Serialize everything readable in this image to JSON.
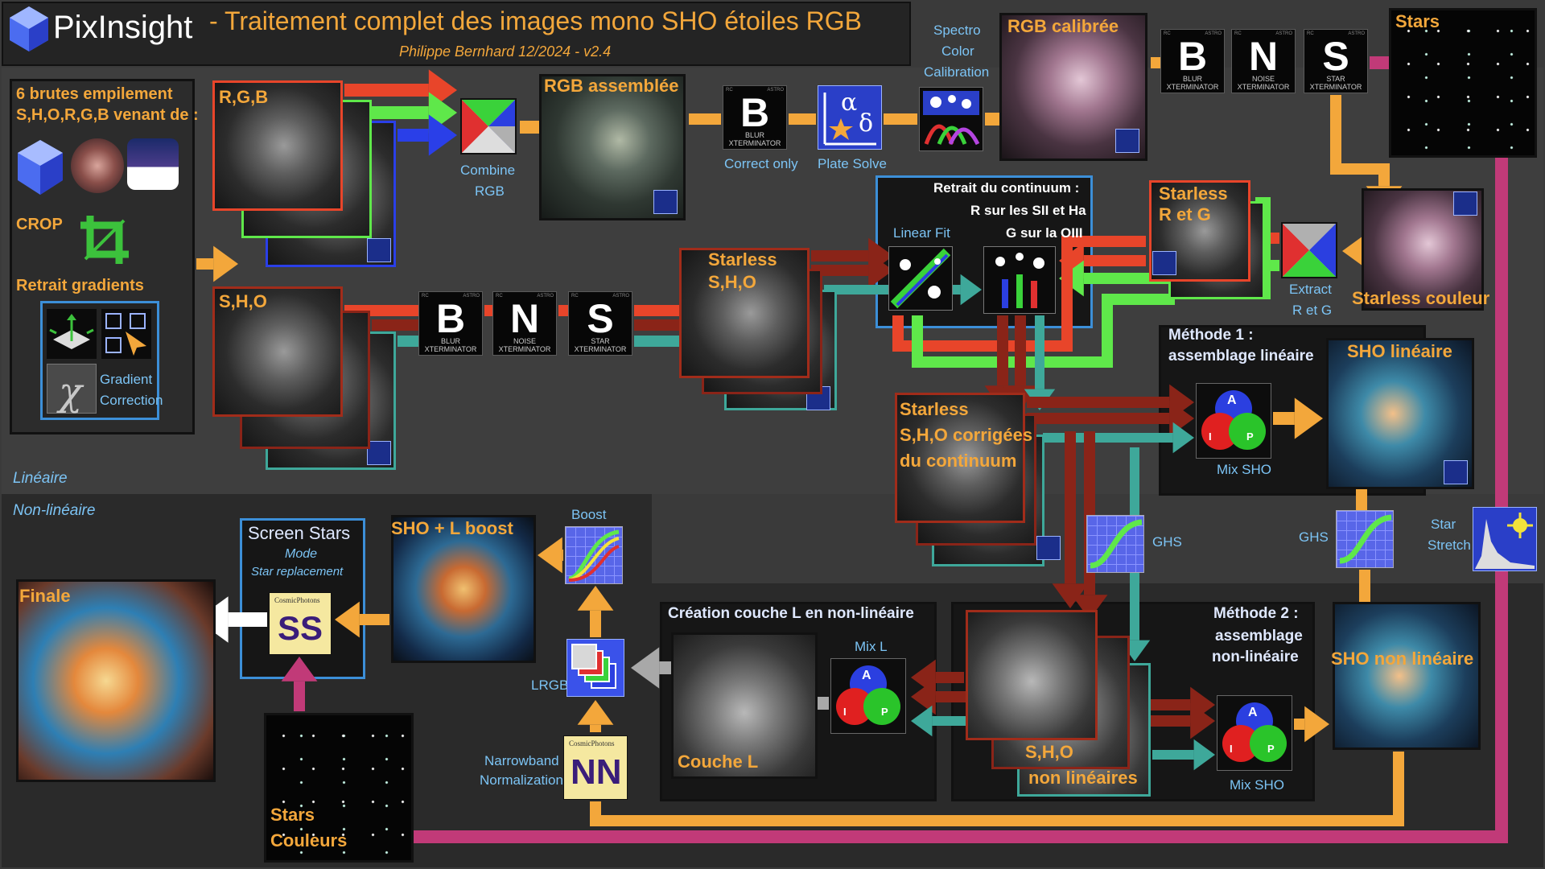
{
  "header": {
    "logo": "PixInsight",
    "title": "- Traitement complet des images mono SHO étoiles RGB",
    "subtitle": "Philippe Bernhard 12/2024 - v2.4"
  },
  "left_box": {
    "title_line1": "6 brutes empilement",
    "title_line2": "S,H,O,R,G,B venant de :",
    "crop": "CROP",
    "gradients": "Retrait gradients",
    "gradient_label_1": "Gradient",
    "gradient_label_2": "Correction"
  },
  "labels": {
    "rgb": "R,G,B",
    "sho": "S,H,O",
    "combine_1": "Combine",
    "combine_2": "RGB",
    "rgb_assemblee": "RGB assemblée",
    "correct_only": "Correct only",
    "plate_solve": "Plate Solve",
    "spectro_1": "Spectro",
    "spectro_2": "Color",
    "spectro_3": "Calibration",
    "rgb_calibree": "RGB calibrée",
    "stars": "Stars",
    "starless_sho_1": "Starless",
    "starless_sho_2": "S,H,O",
    "continuum_1": "Retrait du continuum :",
    "continuum_2": "R sur les SII et Ha",
    "continuum_3": "G sur la OIII",
    "linear_fit": "Linear Fit",
    "starless_rg_1": "Starless",
    "starless_rg_2": "R et G",
    "extract_1": "Extract",
    "extract_2": "R et G",
    "starless_couleur": "Starless couleur",
    "corrigees_1": "Starless",
    "corrigees_2": "S,H,O corrigées",
    "corrigees_3": "du continuum",
    "methode1_1": "Méthode 1 :",
    "methode1_2": "assemblage linéaire",
    "sho_lineaire": "SHO linéaire",
    "mix_sho": "Mix SHO",
    "mix_sho_2": "Mix SHO",
    "lineaire": "Linéaire",
    "non_lineaire": "Non-linéaire",
    "ghs": "GHS",
    "ghs_2": "GHS",
    "star_stretch_1": "Star",
    "star_stretch_2": "Stretch",
    "screen_stars": "Screen Stars",
    "mode": "Mode",
    "star_replacement": "Star replacement",
    "sho_l_boost": "SHO + L  boost",
    "boost": "Boost",
    "finale": "Finale",
    "creation_couche": "Création couche L en non-linéaire",
    "mix_l": "Mix L",
    "couche_l": "Couche L",
    "lrgb": "LRGB",
    "nn_1": "Narrowband",
    "nn_2": "Normalization",
    "methode2_1": "Méthode 2 :",
    "methode2_2": "assemblage",
    "methode2_3": "non-linéaire",
    "sho_non_lineaire": "SHO non linéaire",
    "sho_nl_1": "S,H,O",
    "sho_nl_2": "non linéaires",
    "stars_couleurs_1": "Stars",
    "stars_couleurs_2": "Couleurs",
    "cosmic": "CosmicPhotons",
    "cosmic_2": "CosmicPhotons",
    "ss": "SS",
    "nn": "NN"
  },
  "xterminator": {
    "blur_letter": "B",
    "blur_1": "BLUR",
    "blur_2": "XTERMINATOR",
    "noise_letter": "N",
    "noise_1": "NOISE",
    "noise_2": "XTERMINATOR",
    "star_letter": "S",
    "star_1": "STAR",
    "star_2": "XTERMINATOR",
    "corner_rc": "RC",
    "corner_astro": "ASTRO"
  },
  "mix_letters": {
    "a": "A",
    "i": "I",
    "p": "P"
  },
  "colors": {
    "orange": "#f3a73b",
    "red": "#e8452a",
    "green": "#5fe84a",
    "blue": "#2a3fe8",
    "teal": "#3ea89a",
    "darkred": "#8a2418",
    "magenta": "#c13a78",
    "white": "#ffffff",
    "gray": "#a8a8a8"
  }
}
